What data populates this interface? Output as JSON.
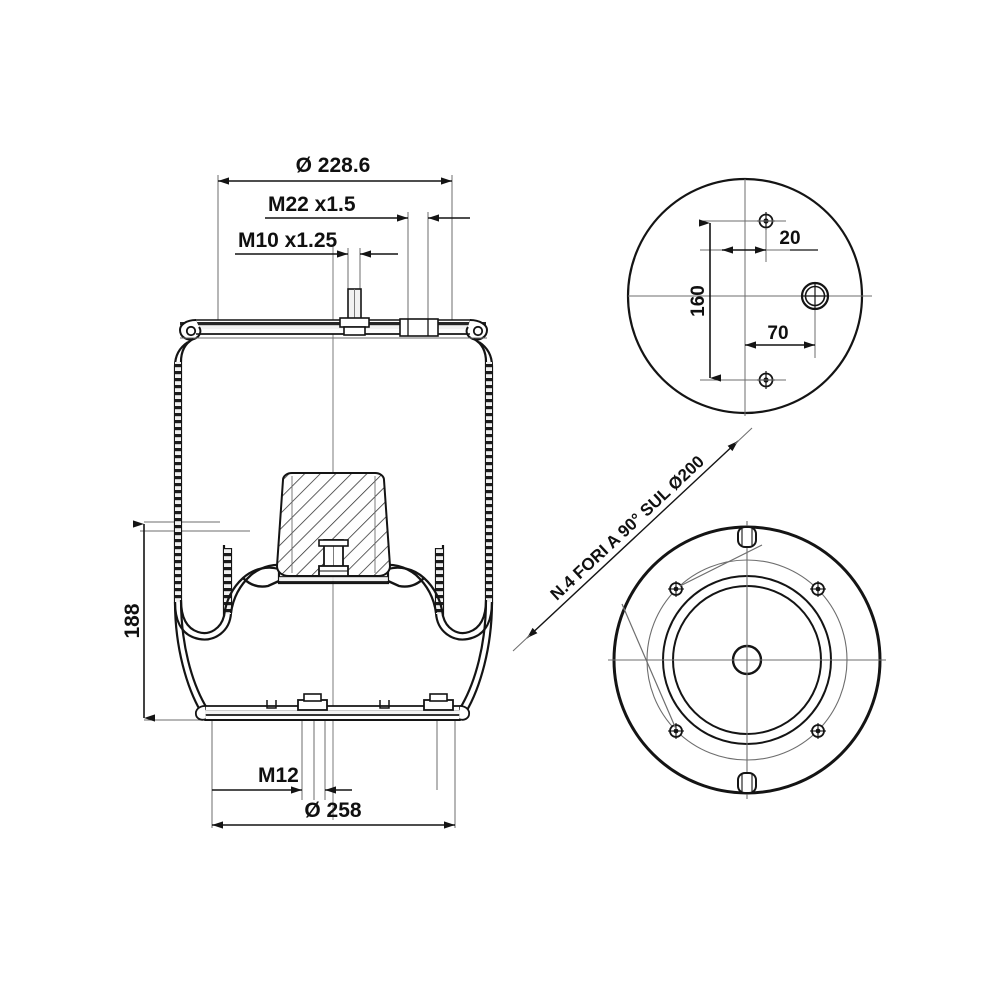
{
  "document": {
    "kind": "engineering-drawing",
    "subject": "air-spring-bellows-cross-section",
    "background_color": "#ffffff",
    "line_color": "#141414",
    "thin_line_color": "#6e6e6e",
    "hatch_color": "#2b2b2b"
  },
  "views": {
    "main_section": {
      "name": "front-cross-section",
      "dimensions": {
        "outer_top_diameter": "Ø 228.6",
        "center_thread": "M22  x1.5",
        "side_thread": "M10  x1.25",
        "height": "188",
        "base_stud_thread": "M12",
        "base_diameter": "Ø 258"
      }
    },
    "top_plate": {
      "name": "top-plate-plan-view",
      "dimensions": {
        "stud_spacing_vertical": "160",
        "port_offset_upper": "20",
        "port_offset_lower": "70"
      }
    },
    "bottom_piston": {
      "name": "piston-plan-view",
      "note": "N.4 FORI A 90° SUL Ø200"
    }
  },
  "labels": {
    "dia_228_6": "Ø 228.6",
    "m22": "M22  x1.5",
    "m10": "M10  x1.25",
    "h188": "188",
    "m12": "M12",
    "dia_258": "Ø 258",
    "d160": "160",
    "d20": "20",
    "d70": "70",
    "fori_note": "N.4 FORI A 90° SUL Ø200"
  }
}
